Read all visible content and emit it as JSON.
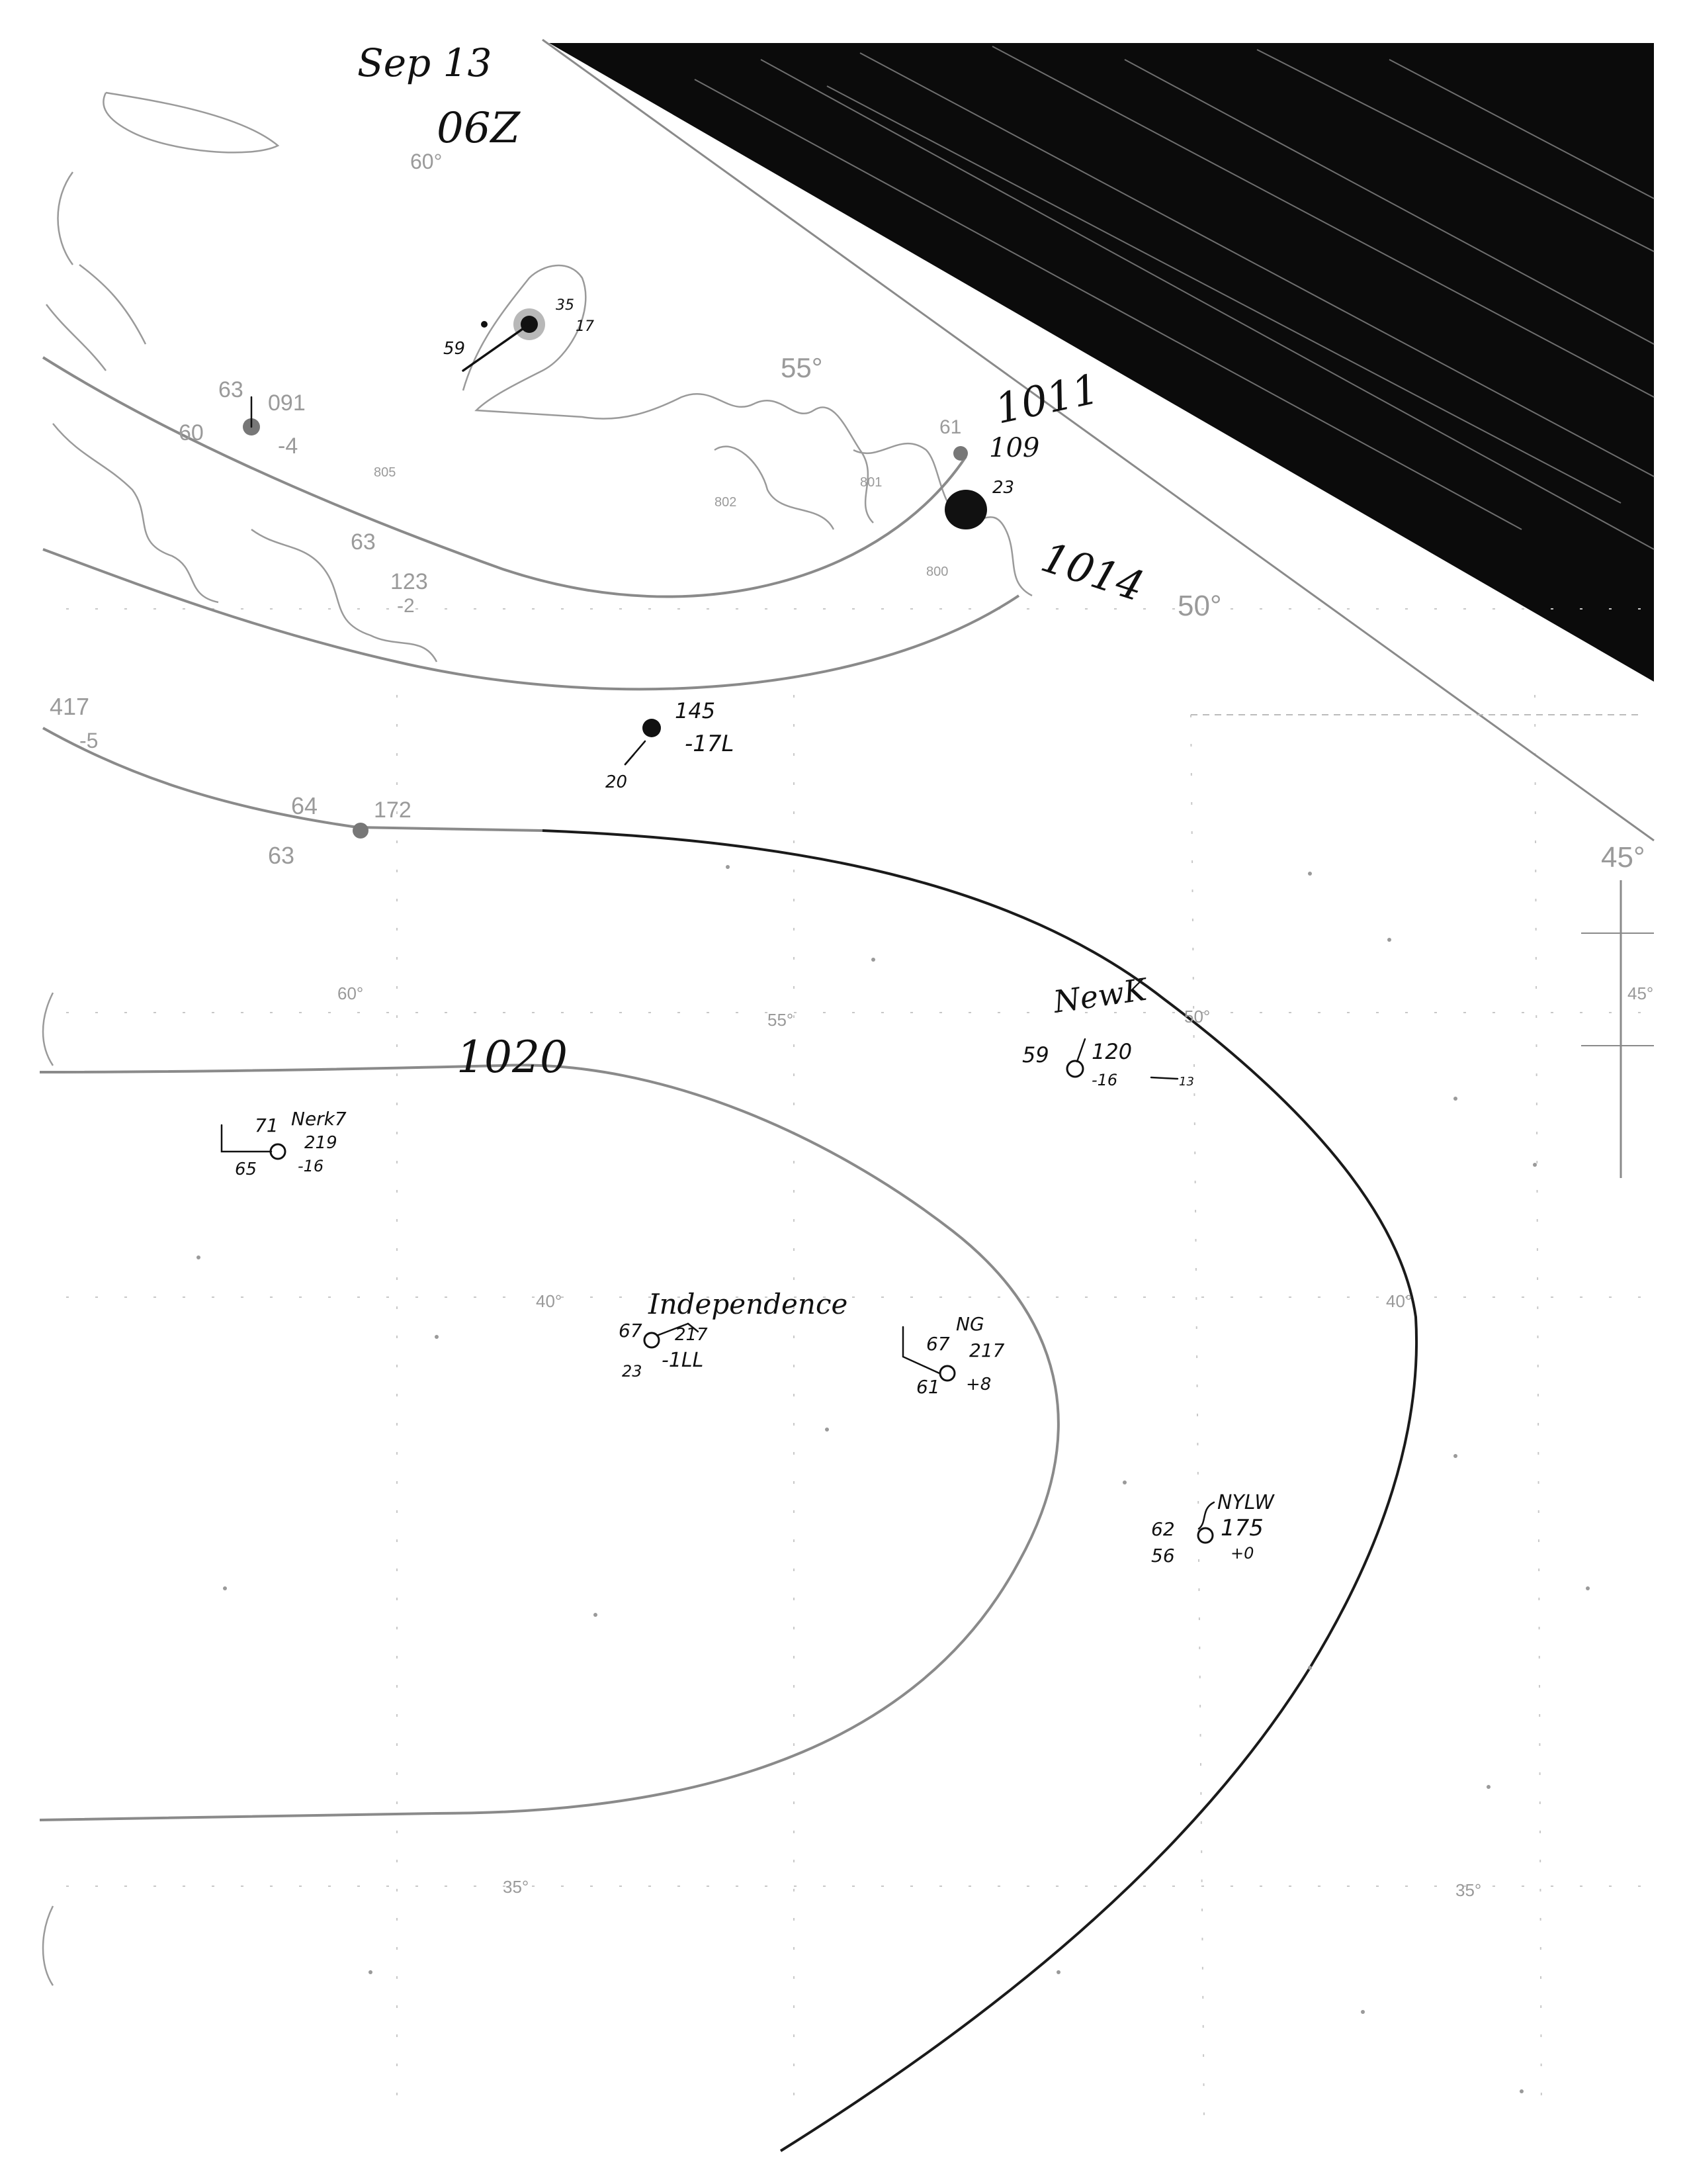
{
  "header": {
    "date": "Sep 13",
    "time": "06Z"
  },
  "isobars": {
    "label_1011": "1011",
    "label_1014": "1014",
    "label_1020": "1020"
  },
  "lat_labels": {
    "lat_55_upper": "55°",
    "lat_50_upper": "50°",
    "lat_45_upper": "45°",
    "lon_60_upper": "60°",
    "lat_45_right": "45°",
    "lon_60_mid": "60°",
    "lon_55_mid": "55°",
    "lon_50_mid": "50°",
    "lat_40_left": "40°",
    "lat_40_right": "40°",
    "lat_35_left": "35°",
    "lat_35_right": "35°"
  },
  "stations": {
    "north_center": {
      "t": "59",
      "p": "17",
      "extra": "35"
    },
    "n_left": {
      "t": "63",
      "p": "091",
      "td": "60",
      "tend": "-4"
    },
    "coast_right": {
      "t": "61",
      "p": "109",
      "tend": "23"
    },
    "mid_left": {
      "t": "63",
      "p": "123",
      "tend": "-2"
    },
    "left_edge": {
      "t": "417",
      "tend": "-5"
    },
    "center_high": {
      "p": "145",
      "tend": "-17L",
      "wind": "20"
    },
    "left_lower": {
      "t": "64",
      "td": "63",
      "p": "172"
    },
    "newk": {
      "name": "NewK",
      "t": "59",
      "p": "120",
      "tend": "-16",
      "motion": "13"
    },
    "nearby": {
      "name": "Nerk7",
      "t": "71",
      "td": "65",
      "p": "219",
      "tend": "-16"
    },
    "independence": {
      "name": "Independence",
      "t": "67",
      "p": "217",
      "tend": "-1LL",
      "motion": "23"
    },
    "ng": {
      "name": "NG",
      "t": "67",
      "td": "61",
      "p": "217",
      "tend": "+8"
    },
    "nylw": {
      "name": "NYLW",
      "t": "62",
      "td": "56",
      "p": "175",
      "tend": "+0"
    }
  },
  "numbers_small": {
    "n805": "805",
    "n801": "801",
    "n802": "802",
    "n800": "800"
  }
}
